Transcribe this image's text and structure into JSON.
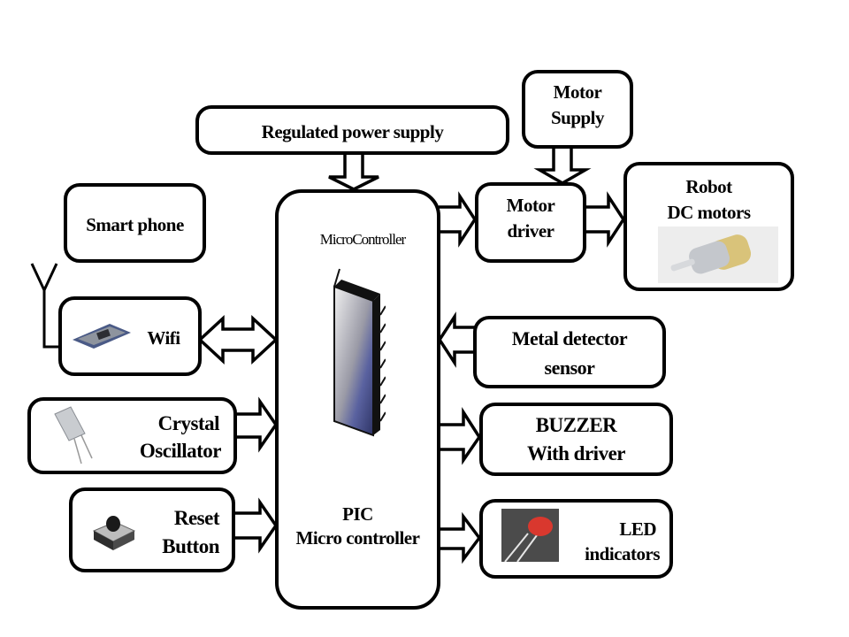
{
  "diagram": {
    "blocks": {
      "regulated_power_supply": {
        "label": "Regulated power supply"
      },
      "motor_supply": {
        "line1": "Motor",
        "line2": "Supply"
      },
      "motor_driver": {
        "line1": "Motor",
        "line2": "driver"
      },
      "robot_dc_motors": {
        "line1": "Robot",
        "line2": "DC motors",
        "image": "dc-motor-photo"
      },
      "smart_phone": {
        "label": "Smart phone"
      },
      "wifi": {
        "label": "Wifi",
        "image": "wifi-module-photo"
      },
      "crystal_oscillator": {
        "line1": "Crystal",
        "line2": "Oscillator",
        "image": "crystal-photo"
      },
      "reset_button": {
        "line1": "Reset",
        "line2": "Button",
        "image": "push-button-photo"
      },
      "microcontroller": {
        "chip_caption": "MicroController",
        "line1": "PIC",
        "line2": "Micro controller",
        "image": "dip-chip-icon"
      },
      "metal_detector_sensor": {
        "line1": "Metal detector",
        "line2": "sensor"
      },
      "buzzer": {
        "line1": "BUZZER",
        "line2": "With driver"
      },
      "led_indicators": {
        "line1": "LED",
        "line2": "indicators",
        "image": "led-photo"
      }
    },
    "connections": [
      {
        "from": "regulated_power_supply",
        "to": "microcontroller",
        "type": "arrow"
      },
      {
        "from": "motor_supply",
        "to": "motor_driver",
        "type": "arrow"
      },
      {
        "from": "microcontroller",
        "to": "motor_driver",
        "type": "arrow"
      },
      {
        "from": "motor_driver",
        "to": "robot_dc_motors",
        "type": "arrow"
      },
      {
        "from": "wifi",
        "to": "microcontroller",
        "type": "bidirectional"
      },
      {
        "from": "crystal_oscillator",
        "to": "microcontroller",
        "type": "arrow"
      },
      {
        "from": "reset_button",
        "to": "microcontroller",
        "type": "arrow"
      },
      {
        "from": "metal_detector_sensor",
        "to": "microcontroller",
        "type": "arrow"
      },
      {
        "from": "microcontroller",
        "to": "buzzer",
        "type": "arrow"
      },
      {
        "from": "microcontroller",
        "to": "led_indicators",
        "type": "arrow"
      },
      {
        "from": "wifi",
        "to": "smart_phone",
        "type": "antenna-wireless"
      }
    ]
  }
}
